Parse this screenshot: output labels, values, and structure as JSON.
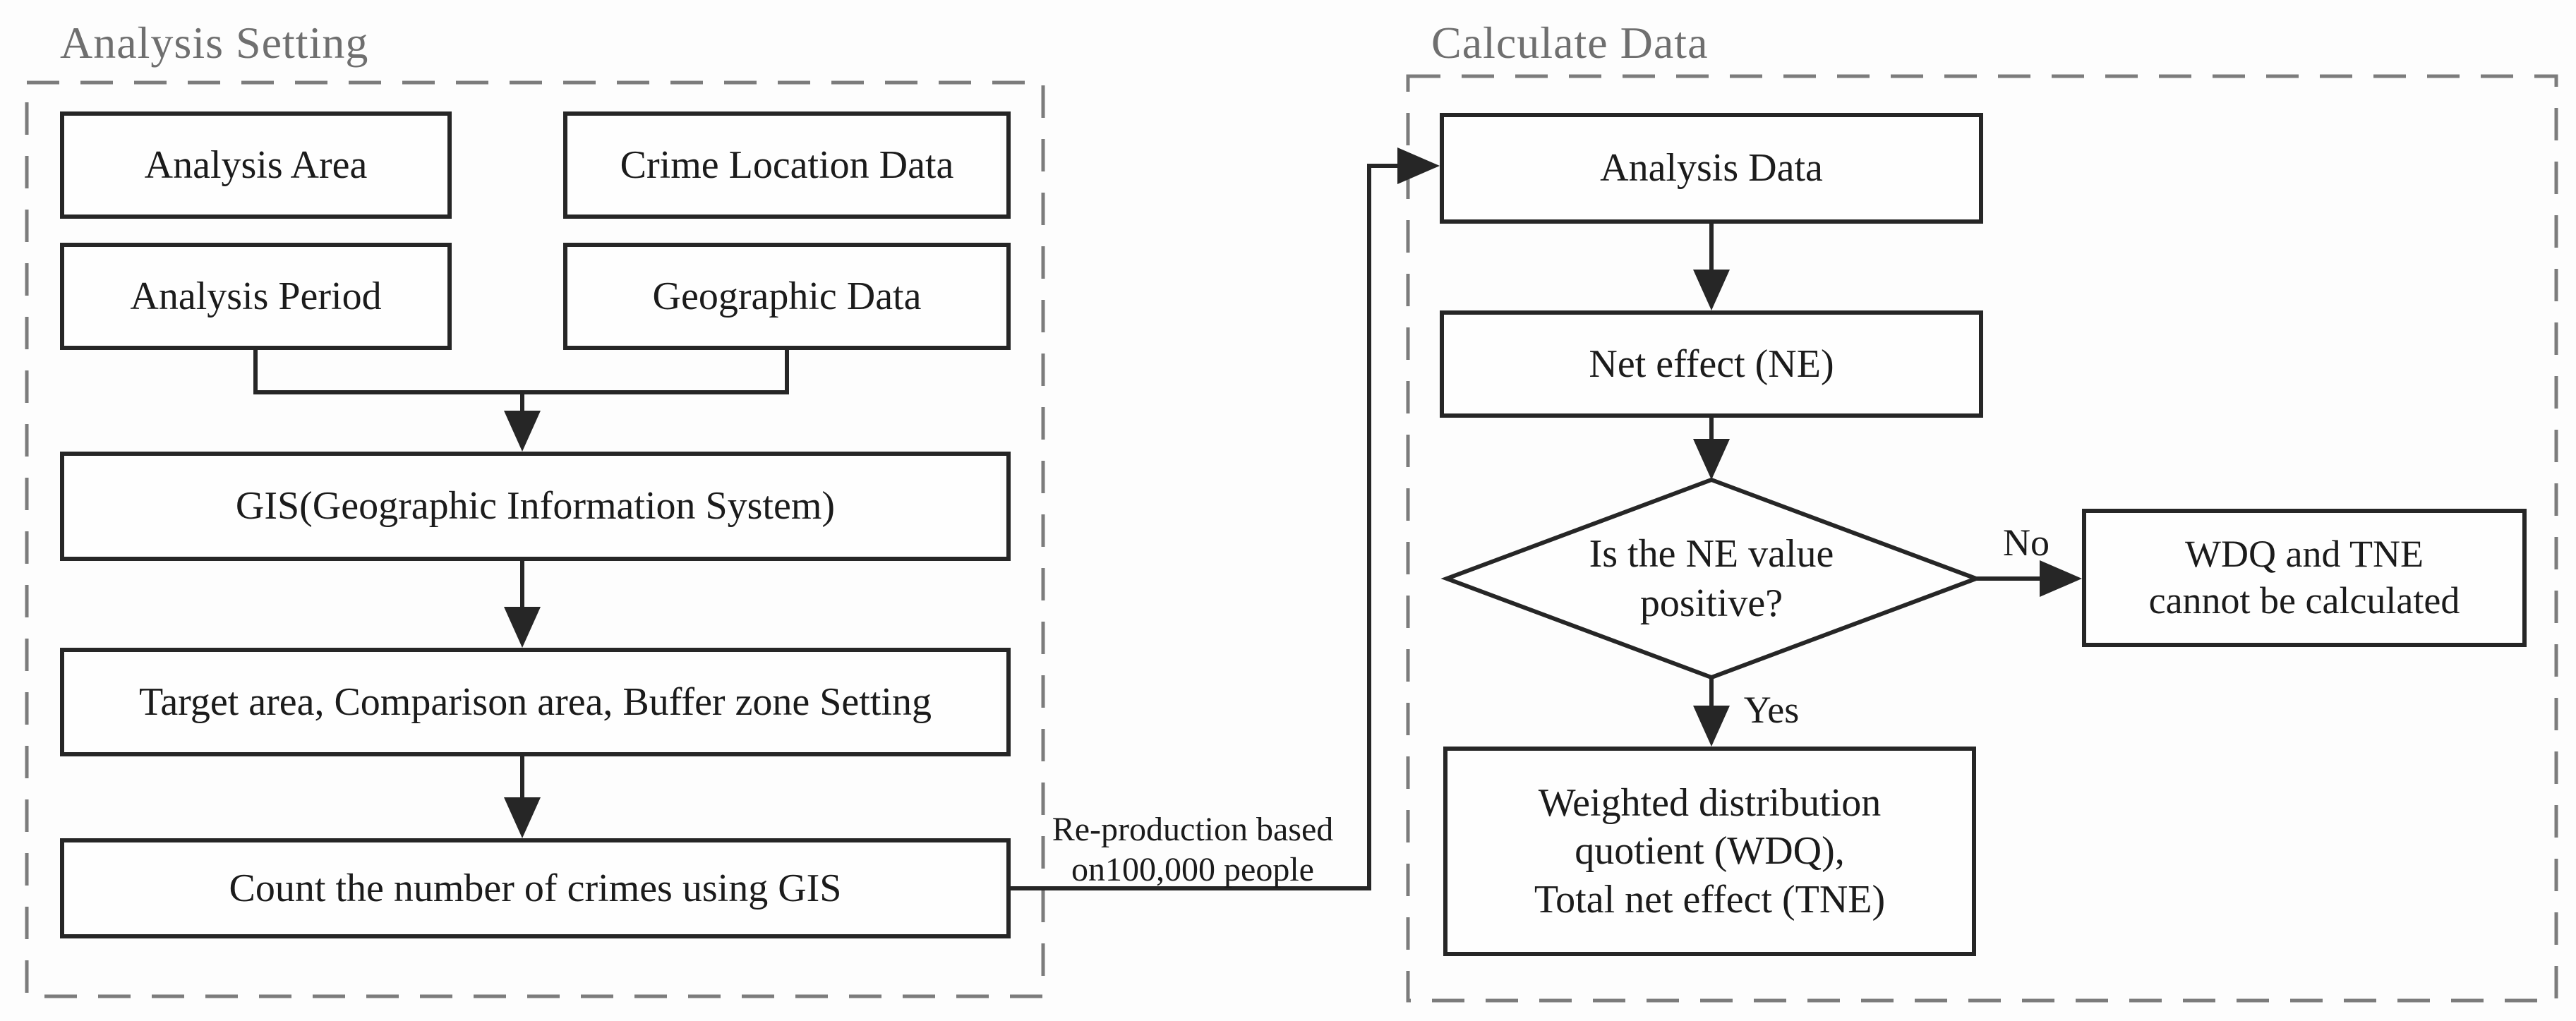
{
  "figure": {
    "type": "flowchart",
    "background": "#fdfdfd"
  },
  "colors": {
    "box_border": "#262626",
    "box_background": "#fefefe",
    "line": "#262626",
    "dashed_panel_border": "#7c7c7c",
    "panel_title_text": "#6f6f6f",
    "box_text": "#1b1b1b"
  },
  "titles": {
    "analysis_setting": "Analysis Setting",
    "calculate_data": "Calculate Data"
  },
  "left_panel": {
    "analysis_area": "Analysis Area",
    "analysis_period": "Analysis Period",
    "crime_location_data": "Crime Location Data",
    "geographic_data": "Geographic Data",
    "gis": "GIS(Geographic Information System)",
    "target_setting": "Target area, Comparison area, Buffer zone Setting",
    "count_crimes": "Count the number of crimes using GIS"
  },
  "right_panel": {
    "analysis_data": "Analysis Data",
    "net_effect": "Net effect (NE)",
    "decision": {
      "line1": "Is the NE value",
      "line2": "positive?"
    },
    "no_result": {
      "line1": "WDQ and TNE",
      "line2": "cannot be calculated"
    },
    "yes_result": {
      "line1": "Weighted distribution",
      "line2": "quotient (WDQ),",
      "line3": "Total net effect (TNE)"
    }
  },
  "edge_labels": {
    "no": "No",
    "yes": "Yes",
    "reproduction_line1": "Re-production based",
    "reproduction_line2": "on100,000 people"
  }
}
